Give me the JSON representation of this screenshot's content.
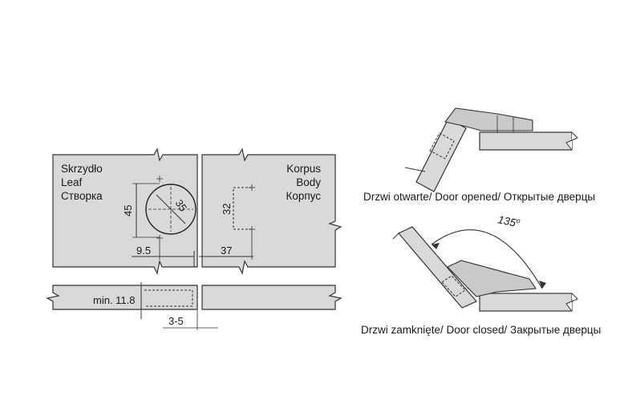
{
  "leaf_label": {
    "pl": "Skrzydło",
    "en": "Leaf",
    "ru": "Створка"
  },
  "body_label": {
    "pl": "Korpus",
    "en": "Body",
    "ru": "Корпус"
  },
  "dimensions": {
    "diameter": "35",
    "height_left": "45",
    "offset_left": "9.5",
    "height_right": "32",
    "offset_right": "37",
    "min_thickness": "min. 11.8",
    "overlap": "3-5"
  },
  "opened_caption": "Drzwi otwarte/ Door opened/ Открытые дверцы",
  "closed_caption": "Drzwi zamknięte/ Door closed/ Закрытые  дверцы",
  "angle": "135",
  "angle_unit": "o"
}
